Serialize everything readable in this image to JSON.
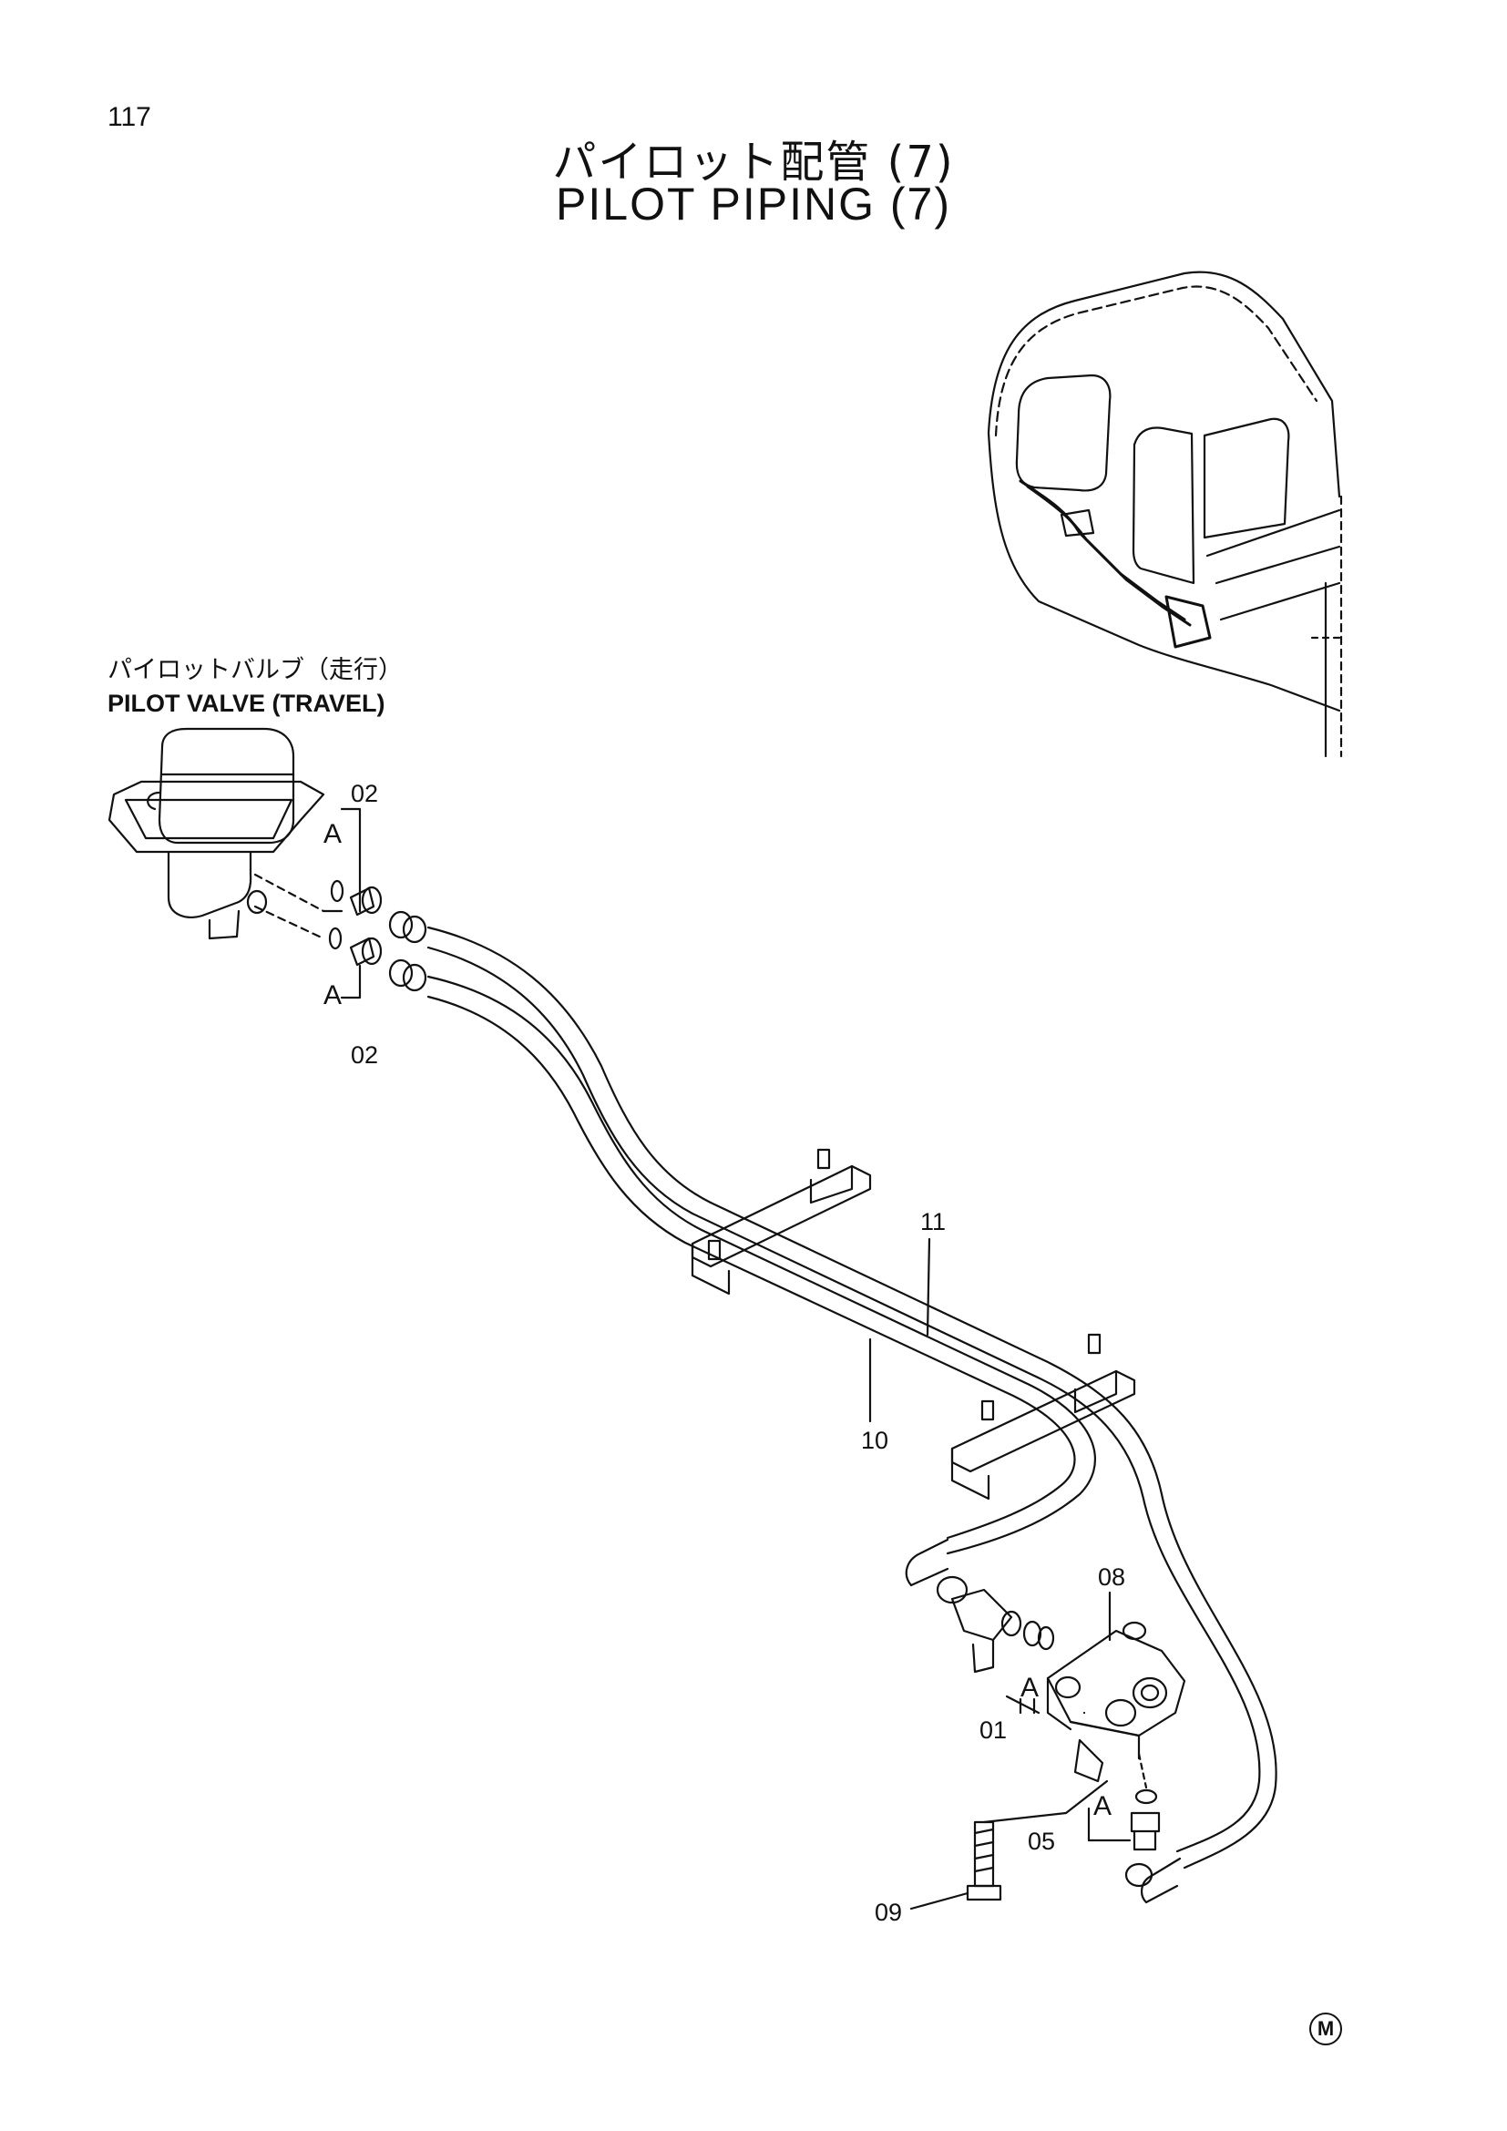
{
  "page": {
    "number": "117"
  },
  "title": {
    "japanese": "パイロット配管 (7)",
    "english": "PILOT PIPING (7)"
  },
  "component_label": {
    "japanese": "パイロットバルブ（走行）",
    "english": "PILOT VALVE (TRAVEL)"
  },
  "detail_letter": "A",
  "callouts": [
    "02",
    "02",
    "11",
    "10",
    "08",
    "01",
    "05",
    "09"
  ],
  "corner_mark": "M"
}
